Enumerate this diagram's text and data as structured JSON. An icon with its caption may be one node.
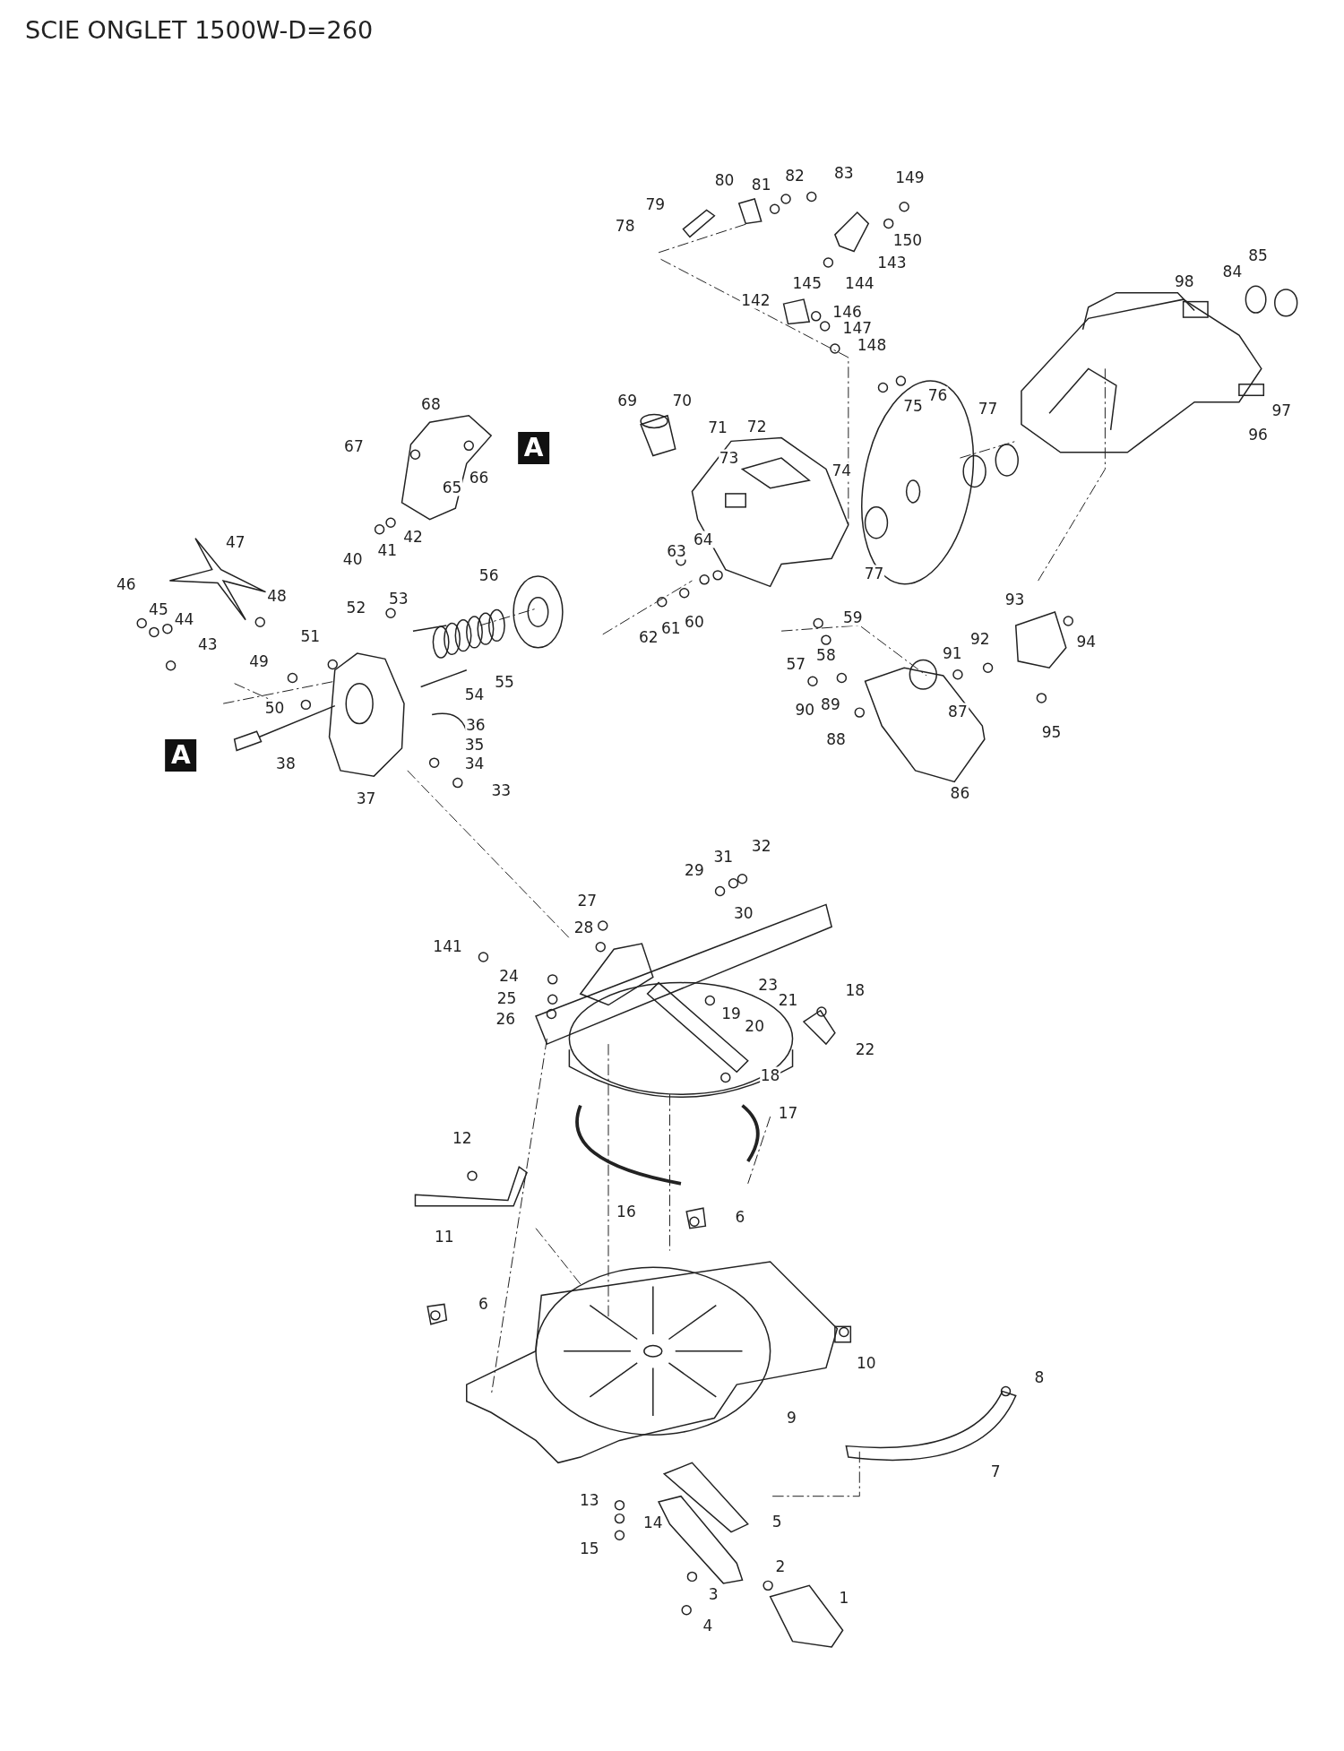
{
  "diagram": {
    "title": "SCIE ONGLET 1500W-D=260",
    "labels": [
      "80",
      "81",
      "82",
      "83",
      "149",
      "79",
      "78",
      "150",
      "143",
      "145",
      "144",
      "142",
      "146",
      "85",
      "98",
      "84",
      "147",
      "148",
      "68",
      "69",
      "70",
      "75",
      "76",
      "97",
      "77",
      "96",
      "67",
      "A",
      "71",
      "72",
      "73",
      "65",
      "66",
      "74",
      "47",
      "42",
      "41",
      "40",
      "77",
      "56",
      "64",
      "63",
      "93",
      "46",
      "48",
      "52",
      "53",
      "45",
      "44",
      "43",
      "51",
      "60",
      "61",
      "62",
      "59",
      "94",
      "58",
      "91",
      "92",
      "49",
      "57",
      "50",
      "54",
      "55",
      "90",
      "89",
      "87",
      "95",
      "36",
      "35",
      "88",
      "34",
      "38",
      "A",
      "33",
      "37",
      "86",
      "32",
      "31",
      "29",
      "30",
      "27",
      "28",
      "141",
      "24",
      "23",
      "18",
      "21",
      "25",
      "19",
      "26",
      "20",
      "22",
      "18",
      "17",
      "12",
      "11",
      "16",
      "6",
      "6",
      "10",
      "8",
      "9",
      "7",
      "13",
      "5",
      "14",
      "15",
      "2",
      "1",
      "3",
      "4"
    ]
  }
}
